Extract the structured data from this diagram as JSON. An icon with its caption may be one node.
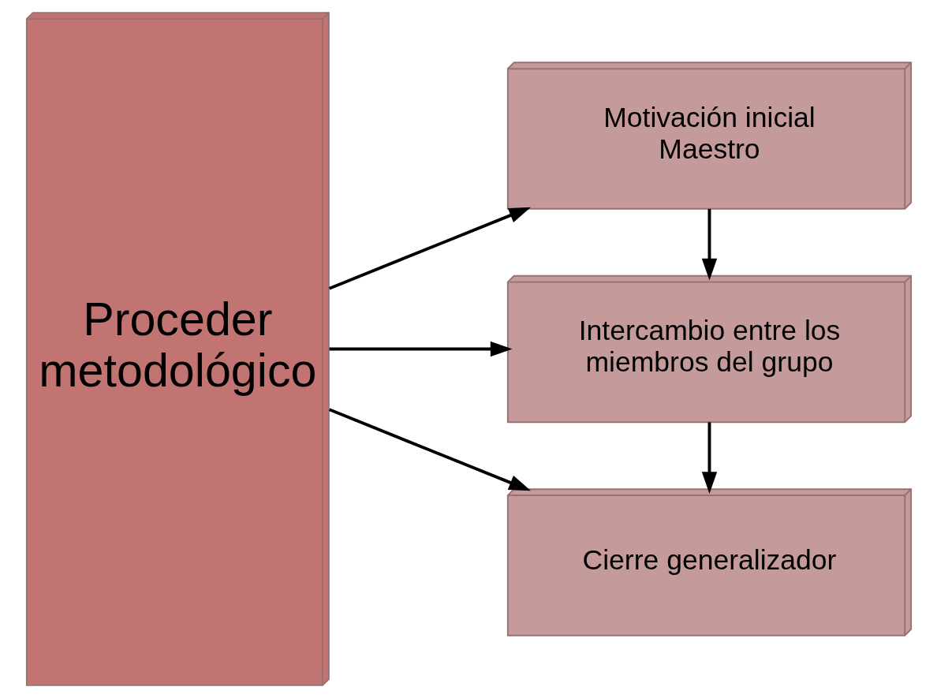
{
  "diagram": {
    "nodes": [
      {
        "text": [
          "Proceder metodológico"
        ]
      },
      {
        "text": [
          "Motivación inicial Maestro"
        ]
      },
      {
        "text": [
          "Intercambio entre los miembros del grupo"
        ]
      },
      {
        "text": [
          "Cierre generalizador"
        ]
      }
    ],
    "edges": [
      {
        "from": 0,
        "to": 1,
        "arrow": "to"
      },
      {
        "from": 0,
        "to": 2,
        "arrow": "to"
      },
      {
        "from": 0,
        "to": 3,
        "arrow": "to"
      },
      {
        "from": 1,
        "to": 2,
        "arrow": "to"
      },
      {
        "from": 2,
        "to": 3,
        "arrow": "to"
      }
    ]
  }
}
